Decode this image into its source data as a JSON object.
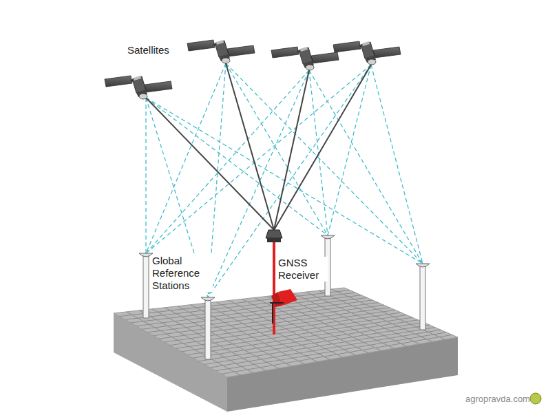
{
  "diagram": {
    "labels": [
      "Satellites",
      "Global Reference Stations",
      "GNSS Receiver",
      "agropravda.com"
    ]
  }
}
